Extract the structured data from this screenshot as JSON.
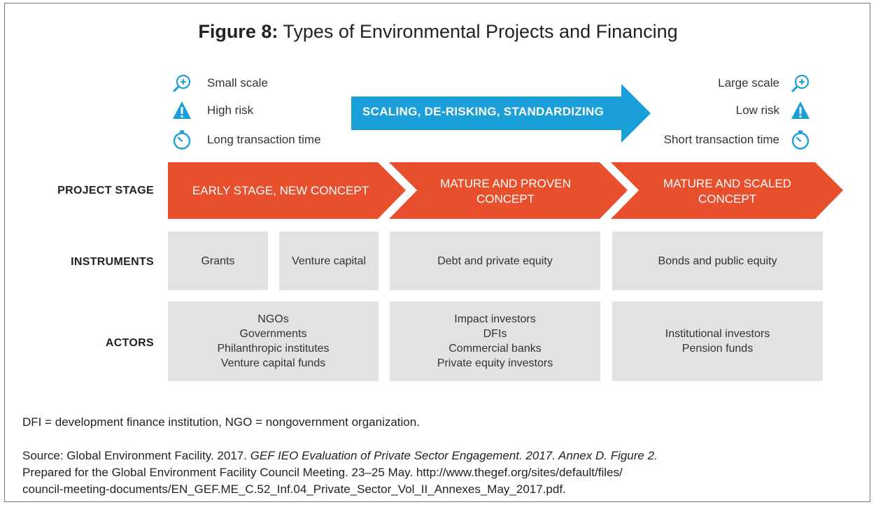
{
  "title": {
    "label": "Figure 8:",
    "text": "Types of Environmental Projects and Financing"
  },
  "left_indicators": [
    {
      "icon": "zoom-in-icon",
      "text": "Small scale"
    },
    {
      "icon": "warning-icon",
      "text": "High risk"
    },
    {
      "icon": "stopwatch-icon",
      "text": "Long transaction time"
    }
  ],
  "right_indicators": [
    {
      "icon": "zoom-in-icon",
      "text": "Large scale"
    },
    {
      "icon": "warning-icon",
      "text": "Low risk"
    },
    {
      "icon": "stopwatch-icon",
      "text": "Short transaction time"
    }
  ],
  "scaling_arrow": "SCALING, DE-RISKING, STANDARDIZING",
  "row_labels": {
    "project_stage": "PROJECT STAGE",
    "instruments": "INSTRUMENTS",
    "actors": "ACTORS"
  },
  "stages": [
    {
      "line1": "EARLY STAGE, NEW CONCEPT",
      "line2": ""
    },
    {
      "line1": "MATURE AND PROVEN",
      "line2": "CONCEPT"
    },
    {
      "line1": "MATURE AND SCALED",
      "line2": "CONCEPT"
    }
  ],
  "instruments": [
    "Grants",
    "Venture capital",
    "Debt and private equity",
    "Bonds and public equity"
  ],
  "actors": [
    [
      "NGOs",
      "Governments",
      "Philanthropic institutes",
      "Venture capital funds"
    ],
    [
      "Impact investors",
      "DFIs",
      "Commercial banks",
      "Private equity investors"
    ],
    [
      "Institutional investors",
      "Pension funds"
    ]
  ],
  "footnote": "DFI = development finance institution, NGO = nongovernment organization.",
  "source": {
    "prefix": "Source: Global Environment Facility. 2017. ",
    "italic": "GEF IEO Evaluation of Private Sector Engagement. 2017. Annex D. Figure 2.",
    "line2": "Prepared for the Global Environment Facility Council Meeting. 23–25 May. http://www.thegef.org/sites/default/files/",
    "line3": "council-meeting-documents/EN_GEF.ME_C.52_Inf.04_Private_Sector_Vol_II_Annexes_May_2017.pdf."
  },
  "colors": {
    "accent_blue": "#1a9fd8",
    "stage_orange": "#e8502d",
    "box_gray": "#e2e2e2"
  }
}
